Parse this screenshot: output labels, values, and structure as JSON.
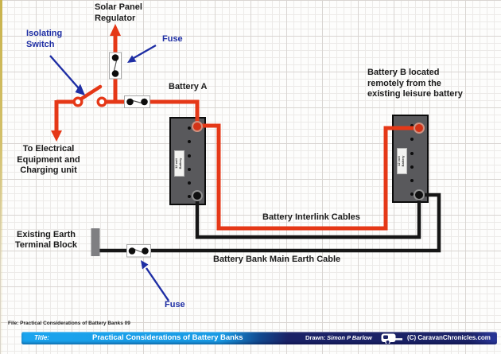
{
  "diagram": {
    "labels": {
      "solar_panel_regulator": "Solar Panel\nRegulator",
      "isolating_switch": "Isolating\nSwitch",
      "fuse_top": "Fuse",
      "fuse_bottom": "Fuse",
      "battery_a": "Battery A",
      "battery_b_note": "Battery B located\nremotely from the\nexisting leisure battery",
      "to_electrical": "To Electrical\nEquipment and\nCharging unit",
      "interlink_cables": "Battery Interlink Cables",
      "earth_terminal_block": "Existing Earth\nTerminal Block",
      "main_earth_cable": "Battery Bank Main Earth Cable",
      "battery_plate": "12 volt\nBattery"
    },
    "file_note": "File: Practical Considerations of Battery Banks 09"
  },
  "footer": {
    "title_label": "Title:",
    "title": "Practical Considerations of Battery Banks",
    "drawn_label": "Drawn:",
    "drawn_by": "Simon P Barlow",
    "copyright": "(C) CaravanChronicles.com"
  },
  "colors": {
    "wire_positive": "#e53817",
    "wire_negative": "#161616",
    "callout_blue": "#1e2ea4",
    "bar_light_blue": "#18a0ea",
    "bar_navy": "#1b2266"
  }
}
